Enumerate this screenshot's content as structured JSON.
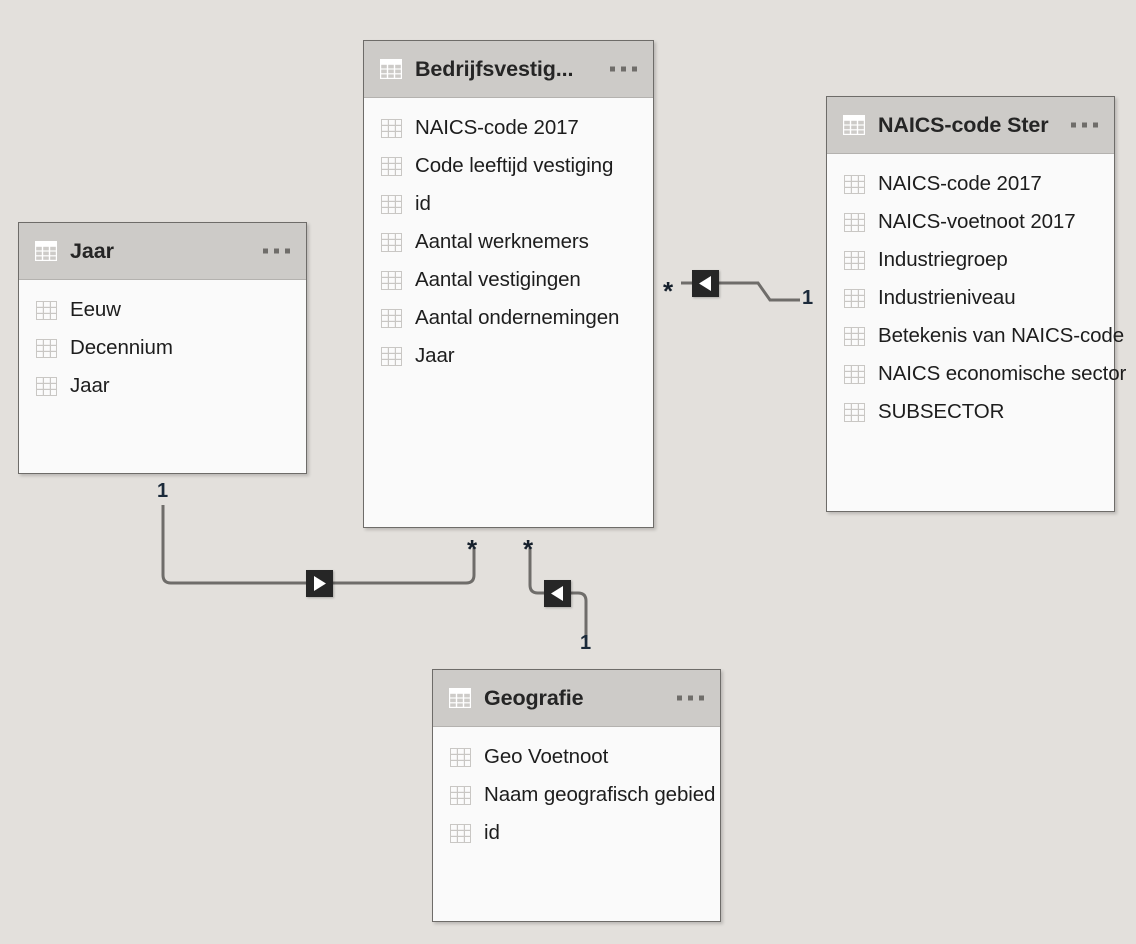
{
  "diagram": {
    "type": "data-model-relationship-diagram",
    "background_color": "#e3e0dc",
    "header_color": "#cdcbc8",
    "body_color": "#fafafa",
    "border_color": "#6e6c69",
    "icon_name": "table-grid-icon",
    "menu_icon_name": "more-options-ellipsis"
  },
  "tables": [
    {
      "id": "jaar",
      "title": "Jaar",
      "menu_label": "...",
      "fields": [
        {
          "label": "Eeuw"
        },
        {
          "label": "Decennium"
        },
        {
          "label": "Jaar"
        }
      ]
    },
    {
      "id": "bedrijfsvestig",
      "title": "Bedrijfsvestig...",
      "menu_label": "...",
      "fields": [
        {
          "label": "NAICS-code 2017"
        },
        {
          "label": "Code leeftijd vestiging"
        },
        {
          "label": "id"
        },
        {
          "label": "Aantal werknemers"
        },
        {
          "label": "Aantal vestigingen"
        },
        {
          "label": "Aantal ondernemingen"
        },
        {
          "label": "Jaar"
        }
      ]
    },
    {
      "id": "naics",
      "title": "NAICS-code Ster",
      "menu_label": "...",
      "fields": [
        {
          "label": "NAICS-code 2017"
        },
        {
          "label": "NAICS-voetnoot 2017"
        },
        {
          "label": "Industriegroep"
        },
        {
          "label": "Industrieniveau"
        },
        {
          "label": "Betekenis van NAICS-code"
        },
        {
          "label": "NAICS economische sector"
        },
        {
          "label": "SUBSECTOR"
        }
      ]
    },
    {
      "id": "geografie",
      "title": "Geografie",
      "menu_label": "...",
      "fields": [
        {
          "label": "Geo Voetnoot"
        },
        {
          "label": "Naam geografisch gebied"
        },
        {
          "label": "id"
        }
      ]
    }
  ],
  "relationships": [
    {
      "id": "rel-bedrijfsvestig-naics",
      "from_table": "bedrijfsvestig",
      "to_table": "naics",
      "from_cardinality": "*",
      "to_cardinality": "1",
      "filter_direction": "single",
      "arrow_direction": "left",
      "arrow_icon_name": "cross-filter-arrow-left"
    },
    {
      "id": "rel-jaar-bedrijfsvestig",
      "from_table": "jaar",
      "to_table": "bedrijfsvestig",
      "from_cardinality": "1",
      "to_cardinality": "*",
      "filter_direction": "single",
      "arrow_direction": "right",
      "arrow_icon_name": "cross-filter-arrow-right"
    },
    {
      "id": "rel-bedrijfsvestig-geografie",
      "from_table": "bedrijfsvestig",
      "to_table": "geografie",
      "from_cardinality": "*",
      "to_cardinality": "1",
      "filter_direction": "single",
      "arrow_direction": "left",
      "arrow_icon_name": "cross-filter-arrow-left"
    }
  ],
  "cardinality_labels": {
    "naics_one": "1",
    "bedrijfs_star_to_naics": "*",
    "jaar_one": "1",
    "bedrijfs_star_to_jaar": "*",
    "bedrijfs_star_to_geo": "*",
    "geo_one": "1"
  }
}
